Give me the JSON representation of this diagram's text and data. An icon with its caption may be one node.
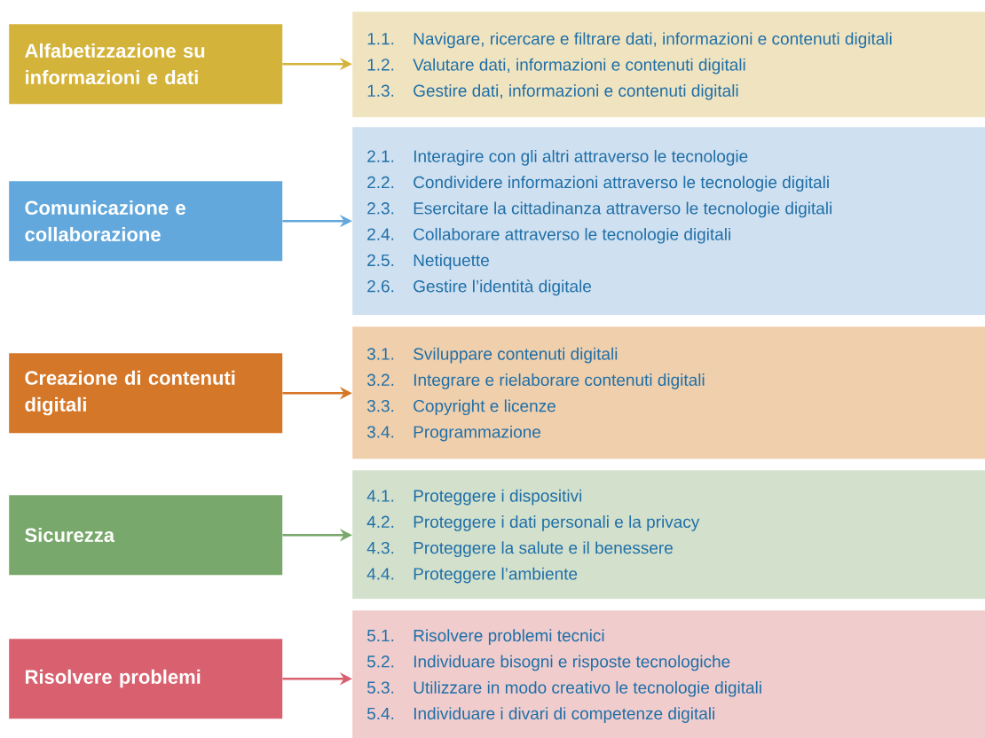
{
  "diagram": {
    "nodes": [
      {
        "text": [
          "Alfabetizzazione su informazioni e dati"
        ]
      },
      {
        "text": [
          "1.1.",
          "Navigare, ricercare e filtrare dati, informazioni e contenuti digitali",
          "1.2.",
          "Valutare dati, informazioni e contenuti digitali",
          "1.3.",
          "Gestire dati, informazioni e contenuti digitali"
        ]
      },
      {
        "text": [
          "Comunicazione e collaborazione"
        ]
      },
      {
        "text": [
          "2.1.",
          "Interagire con gli altri attraverso le tecnologie",
          "2.2.",
          "Condividere informazioni attraverso le tecnologie digitali",
          "2.3.",
          "Esercitare la cittadinanza attraverso le tecnologie digitali",
          "2.4.",
          "Collaborare attraverso le tecnologie digitali",
          "2.5.",
          "Netiquette",
          "2.6.",
          "Gestire l’identità digitale"
        ]
      },
      {
        "text": [
          "Creazione di contenuti digitali"
        ]
      },
      {
        "text": [
          "3.1.",
          "Sviluppare contenuti digitali",
          "3.2.",
          "Integrare e rielaborare contenuti digitali",
          "3.3.",
          "Copyright e licenze",
          "3.4.",
          "Programmazione"
        ]
      },
      {
        "text": [
          "Sicurezza"
        ]
      },
      {
        "text": [
          "4.1.",
          "Proteggere i dispositivi",
          "4.2.",
          "Proteggere i dati personali e la privacy",
          "4.3.",
          "Proteggere la salute e il benessere",
          "4.4.",
          "Proteggere l’ambiente"
        ]
      },
      {
        "text": [
          "Risolvere problemi"
        ]
      },
      {
        "text": [
          "5.1.",
          "Risolvere problemi tecnici",
          "5.2.",
          "Individuare bisogni e risposte tecnologiche",
          "5.3.",
          "Utilizzare in modo creativo le tecnologie digitali",
          "5.4.",
          "Individuare i divari di competenze digitali"
        ]
      }
    ],
    "edges": [
      {
        "from": 0,
        "to": 1,
        "arrow": "to",
        "color": "#d4b33a"
      },
      {
        "from": 2,
        "to": 3,
        "arrow": "to",
        "color": "#62a8dc"
      },
      {
        "from": 4,
        "to": 5,
        "arrow": "to",
        "color": "#d57728"
      },
      {
        "from": 6,
        "to": 7,
        "arrow": "to",
        "color": "#78a86b"
      },
      {
        "from": 8,
        "to": 9,
        "arrow": "to",
        "color": "#d9616f"
      }
    ]
  }
}
